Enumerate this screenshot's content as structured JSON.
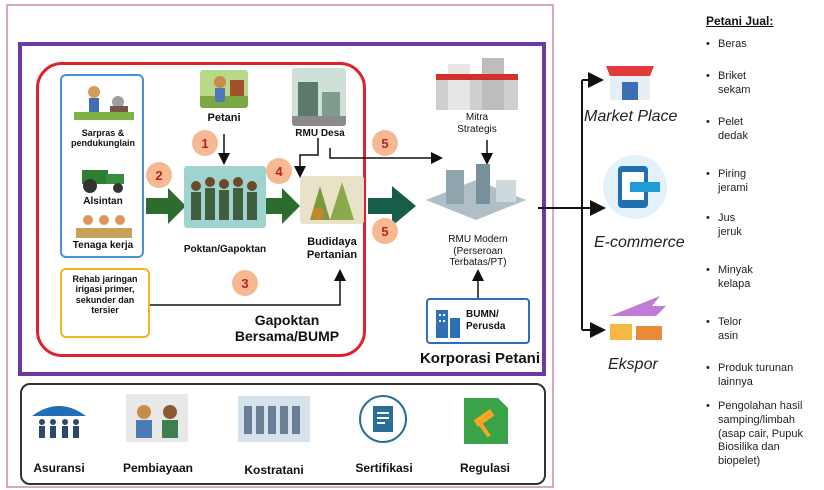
{
  "diagram": {
    "sarpras_label": "Sarpras & pendukunglain",
    "alsintan_label": "Alsintan",
    "tenaga_label": "Tenaga kerja",
    "rehab_label": "Rehab jaringan irigasi primer, sekunder dan tersier",
    "petani_label": "Petani",
    "rmu_desa_label": "RMU Desa",
    "poktan_label": "Poktan/Gapoktan",
    "budidaya_label": "Budidaya Pertanian",
    "mitra_label": "Mitra Strategis",
    "rmu_modern_label": "RMU Modern (Perseroan Terbatas/PT)",
    "bumn_label": "BUMN/ Perusda",
    "gapoktan_bersama_label": "Gapoktan Bersama/BUMP",
    "korporasi_label": "Korporasi Petani",
    "steps": [
      "1",
      "2",
      "3",
      "4",
      "5",
      "5"
    ],
    "bottom_items": [
      "Asuransi",
      "Pembiayaan",
      "Kostratani",
      "Sertifikasi",
      "Regulasi"
    ],
    "channels": [
      "Market Place",
      "E-commerce",
      "Ekspor"
    ],
    "petani_jual_title": "Petani Jual:",
    "petani_jual_items": [
      "Beras",
      "Briket sekam",
      "Pelet dedak",
      "Piring jerami",
      "Jus jeruk",
      "Minyak kelapa",
      "Telor asin",
      "Produk turunan lainnya",
      "Pengolahan hasil samping/limbah (asap cair, Pupuk Biosilika dan biopelet)"
    ]
  },
  "colors": {
    "korporasi_border": "#6b3aa0",
    "gapoktan_border": "#e0202a",
    "sarpras_border": "#4a90d9",
    "rehab_border": "#f2b51a",
    "arrow_green": "#2e6b2e",
    "step_circle": "#f7b993"
  }
}
